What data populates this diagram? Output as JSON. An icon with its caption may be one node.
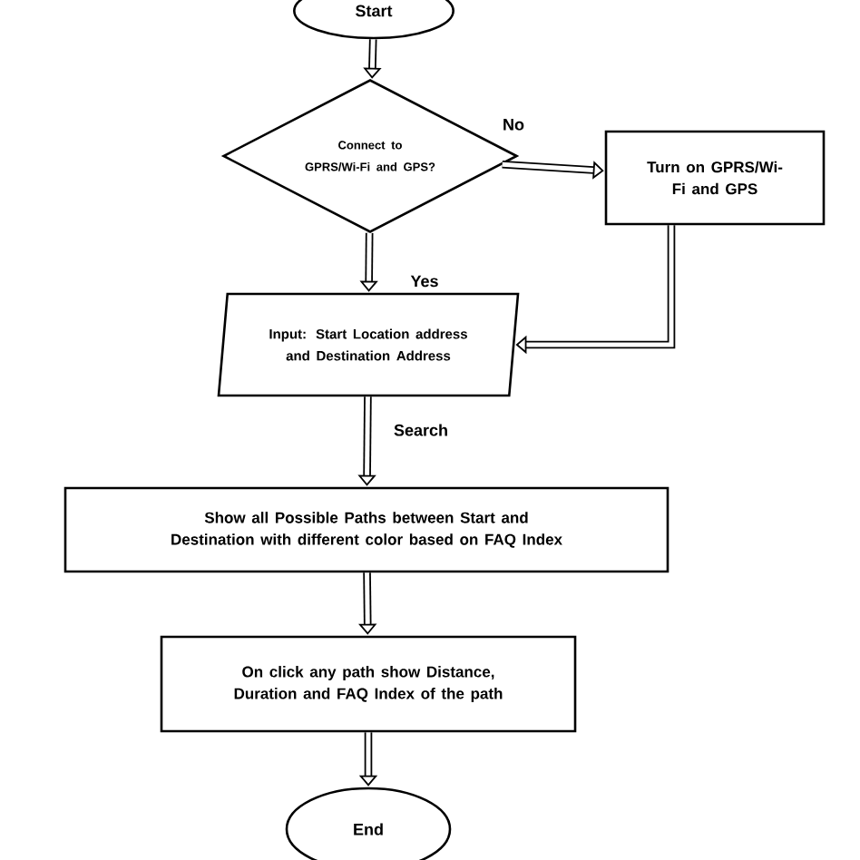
{
  "diagram": {
    "nodes": [
      {
        "text": [
          "Start"
        ]
      },
      {
        "text": [
          "Connect to GPRS/Wi-Fi and GPS?"
        ]
      },
      {
        "text": [
          "Turn on GPRS/Wi-Fi and GPS"
        ]
      },
      {
        "text": [
          "Input: Start Location address and Destination Address"
        ]
      },
      {
        "text": [
          "Show all Possible Paths between Start and Destination with different color based on FAQ Index"
        ]
      },
      {
        "text": [
          "On click any path show Distance, Duration and FAQ Index of the path"
        ]
      },
      {
        "text": [
          "End"
        ]
      }
    ],
    "edges": [
      {
        "from": 0,
        "to": 1,
        "arrow": "to"
      },
      {
        "from": 1,
        "to": 2,
        "arrow": "to",
        "label": "No"
      },
      {
        "from": 1,
        "to": 3,
        "arrow": "to",
        "label": "Yes"
      },
      {
        "from": 2,
        "to": 3,
        "arrow": "to"
      },
      {
        "from": 3,
        "to": 4,
        "arrow": "to",
        "label": "Search"
      },
      {
        "from": 4,
        "to": 5,
        "arrow": "to"
      },
      {
        "from": 5,
        "to": 6,
        "arrow": "to"
      }
    ]
  }
}
